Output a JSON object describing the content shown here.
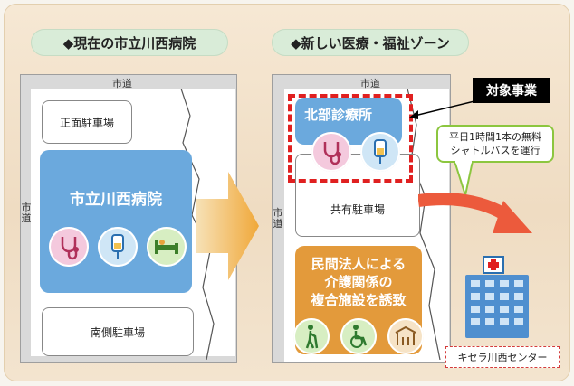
{
  "current": {
    "heading": "◆現在の市立川西病院",
    "road_top": "市道",
    "road_side": "市道",
    "front_parking": "正面駐車場",
    "hospital": "市立川西病院",
    "south_parking": "南側駐車場",
    "icons": [
      "stethoscope-icon",
      "iv-bag-icon",
      "hospital-bed-icon"
    ]
  },
  "new_zone": {
    "heading": "◆新しい医療・福祉ゾーン",
    "road_top": "市道",
    "road_side": "市道",
    "clinic": "北部診療所",
    "shared_parking": "共有駐車場",
    "care_facility": [
      "民間法人による",
      "介護関係の",
      "複合施設を誘致"
    ],
    "icons": [
      "stethoscope-icon",
      "iv-bag-icon",
      "walking-cane-icon",
      "wheelchair-icon",
      "shelter-icon"
    ],
    "target_tag": "対象事業",
    "shuttle_note": [
      "平日1時間1本の無料",
      "シャトルバスを運行"
    ],
    "center_label": "キセラ川西センター"
  },
  "colors": {
    "accent_blue": "#6ba9dd",
    "accent_orange": "#e39a3b",
    "highlight_red": "#e02020",
    "arrow_orange": "#f0b04a",
    "arrow_red": "#ec5a3c"
  }
}
